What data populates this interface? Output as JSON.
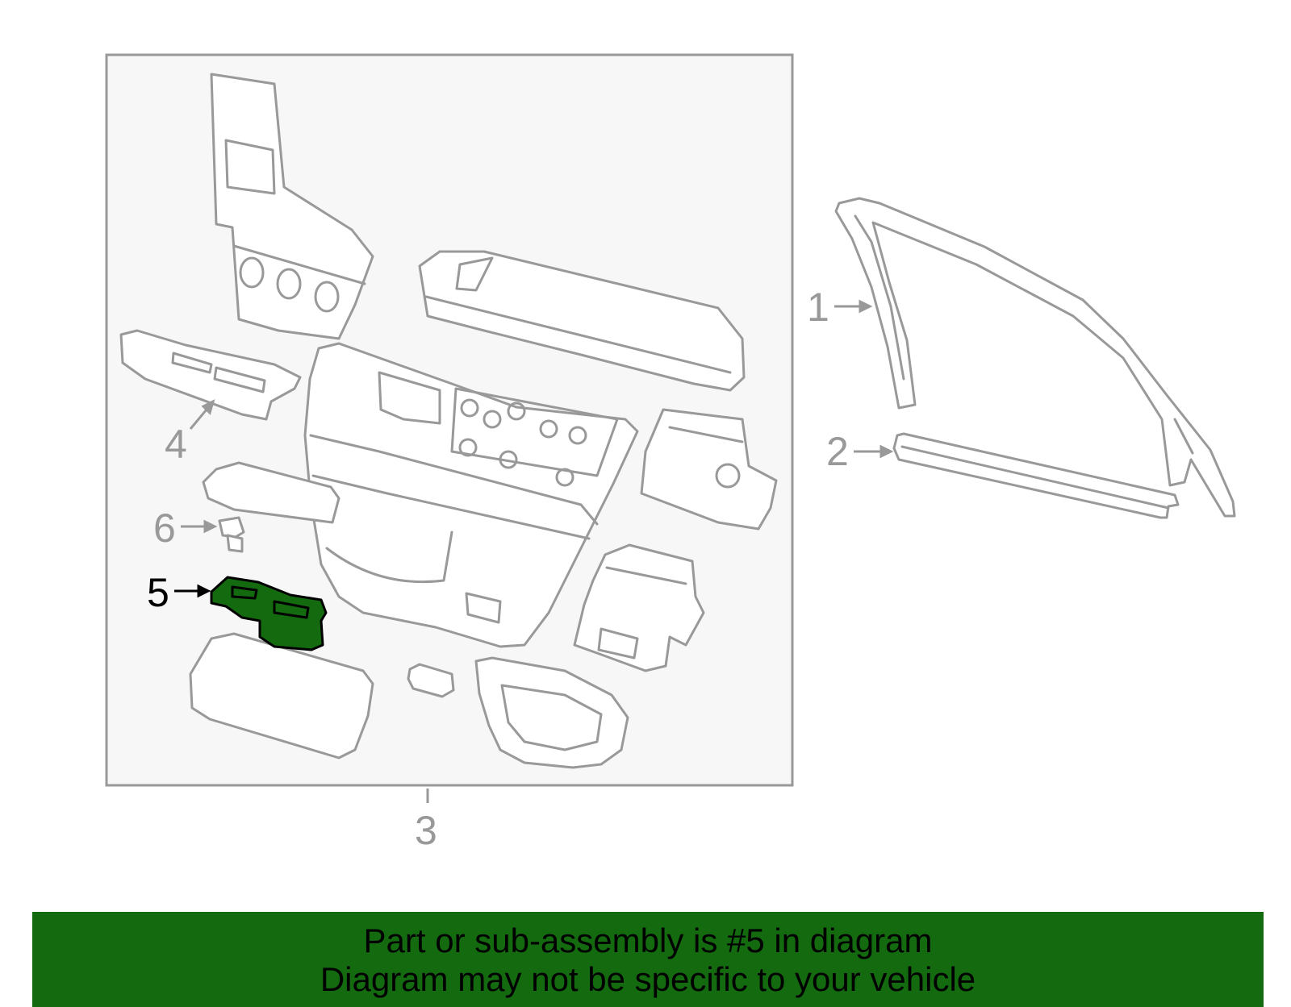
{
  "colors": {
    "line": "#999999",
    "panel_fill": "#f7f7f7",
    "highlight": "#136a0f",
    "highlight_outline": "#000000",
    "banner": "#136a0f",
    "text_gray": "#999999",
    "text_active": "#000000"
  },
  "callouts": {
    "c1": "1",
    "c2": "2",
    "c3": "3",
    "c4": "4",
    "c5": "5",
    "c6": "6"
  },
  "highlighted_part": "5",
  "banner": {
    "line1": "Part or sub-assembly is #5 in diagram",
    "line2": "Diagram may not be specific to your vehicle"
  }
}
